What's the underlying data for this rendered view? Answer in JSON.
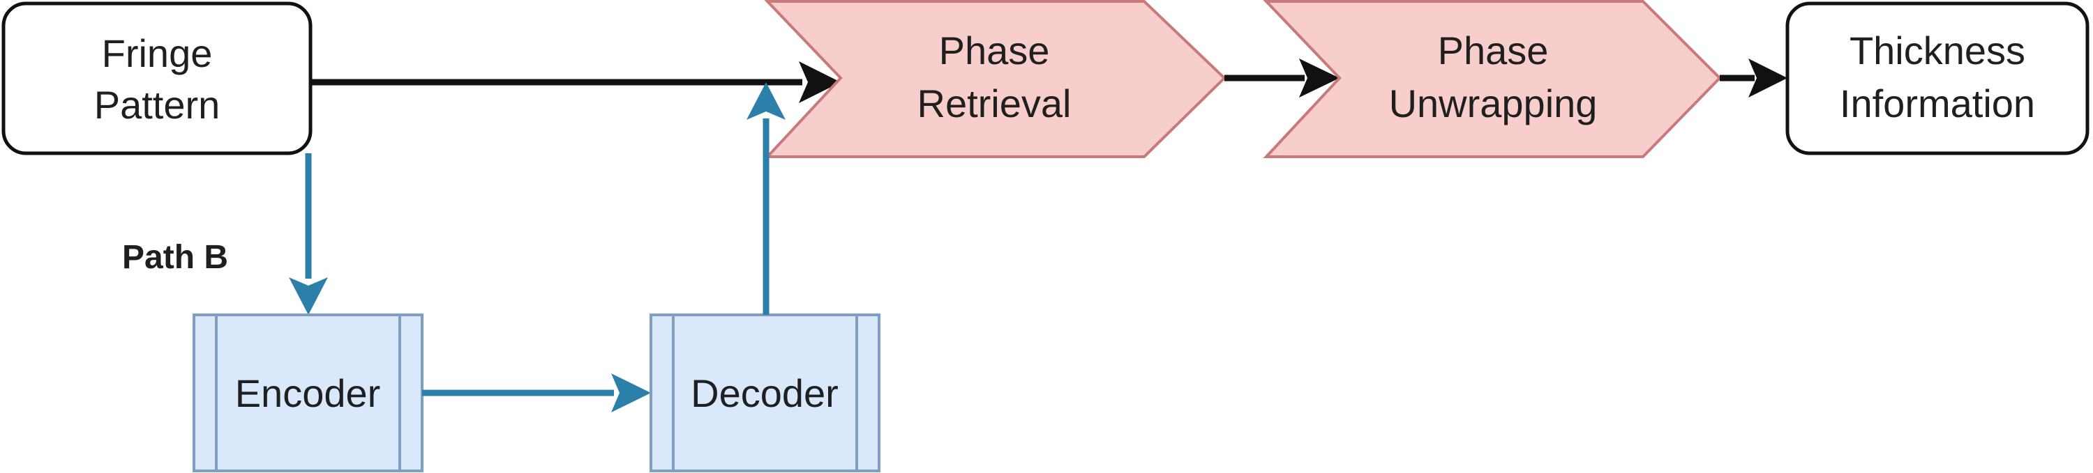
{
  "nodes": {
    "fringe_pattern": {
      "line1": "Fringe",
      "line2": "Pattern"
    },
    "phase_retrieval": {
      "line1": "Phase",
      "line2": "Retrieval"
    },
    "phase_unwrapping": {
      "line1": "Phase",
      "line2": "Unwrapping"
    },
    "thickness_information": {
      "line1": "Thickness",
      "line2": "Information"
    },
    "encoder": {
      "label": "Encoder"
    },
    "decoder": {
      "label": "Decoder"
    }
  },
  "edges": {
    "path_b_label": "Path B"
  },
  "colors": {
    "black_line": "#111111",
    "blue_line": "#2b7fa8",
    "process_fill": "#f8cecc",
    "process_stroke": "#c87a7a",
    "block_fill": "#dae8fc",
    "block_stroke": "#7f9ec4"
  }
}
